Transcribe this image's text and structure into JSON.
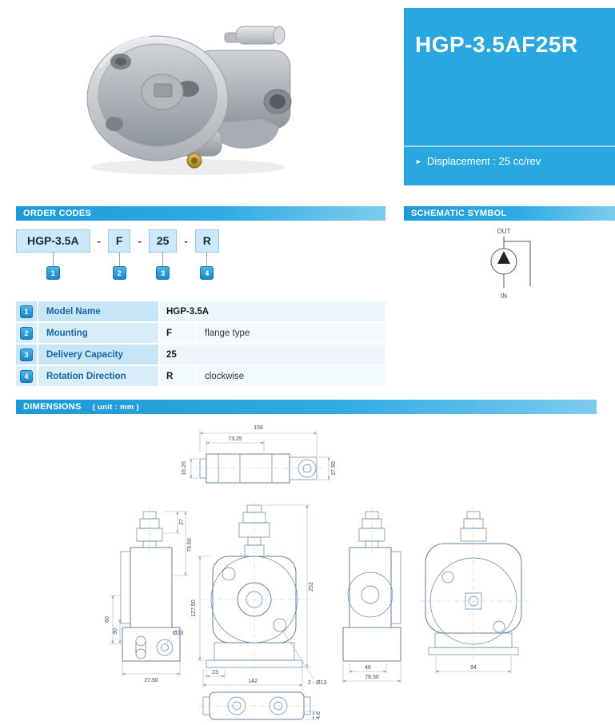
{
  "colors": {
    "accent": "#29a7e0",
    "light_blue": "#cde8f6"
  },
  "header": {
    "title": "HGP-3.5AF25R",
    "bullet": "►",
    "displacement": "Displacement : 25 cc/rev"
  },
  "sections": {
    "order_codes": "ORDER CODES",
    "schematic": "SCHEMATIC SYMBOL",
    "dimensions": "DIMENSIONS",
    "unit_note": "( unit : mm )"
  },
  "order_codes": {
    "separator": "-",
    "parts": [
      {
        "label": "HGP-3.5A",
        "badge": "1"
      },
      {
        "label": "F",
        "badge": "2"
      },
      {
        "label": "25",
        "badge": "3"
      },
      {
        "label": "R",
        "badge": "4"
      }
    ],
    "table": [
      {
        "num": "1",
        "name": "Model Name",
        "code": "HGP-3.5A",
        "desc": ""
      },
      {
        "num": "2",
        "name": "Mounting",
        "code": "F",
        "desc": "flange type"
      },
      {
        "num": "3",
        "name": "Delivery Capacity",
        "code": "25",
        "desc": ""
      },
      {
        "num": "4",
        "name": "Rotation Direction",
        "code": "R",
        "desc": "clockwise"
      }
    ]
  },
  "schematic": {
    "out_label": "OUT",
    "in_label": "IN"
  },
  "dimensions": {
    "dims": {
      "d158": "158",
      "d73_25": "73.25",
      "d27_50_top": "27.50",
      "d16_25": "16.25",
      "d27": "27",
      "d79_60": "79.60",
      "d60": "60",
      "d30": "30",
      "dia23": "Ø23",
      "d27_50_bottom": "27.50",
      "d127_50": "127.50",
      "d252": "252",
      "d23": "23",
      "d142": "142",
      "d2dia13": "2 - Ø13",
      "d46": "46",
      "d78_50": "78.50",
      "d94": "94",
      "d4_6": "4.6"
    }
  }
}
